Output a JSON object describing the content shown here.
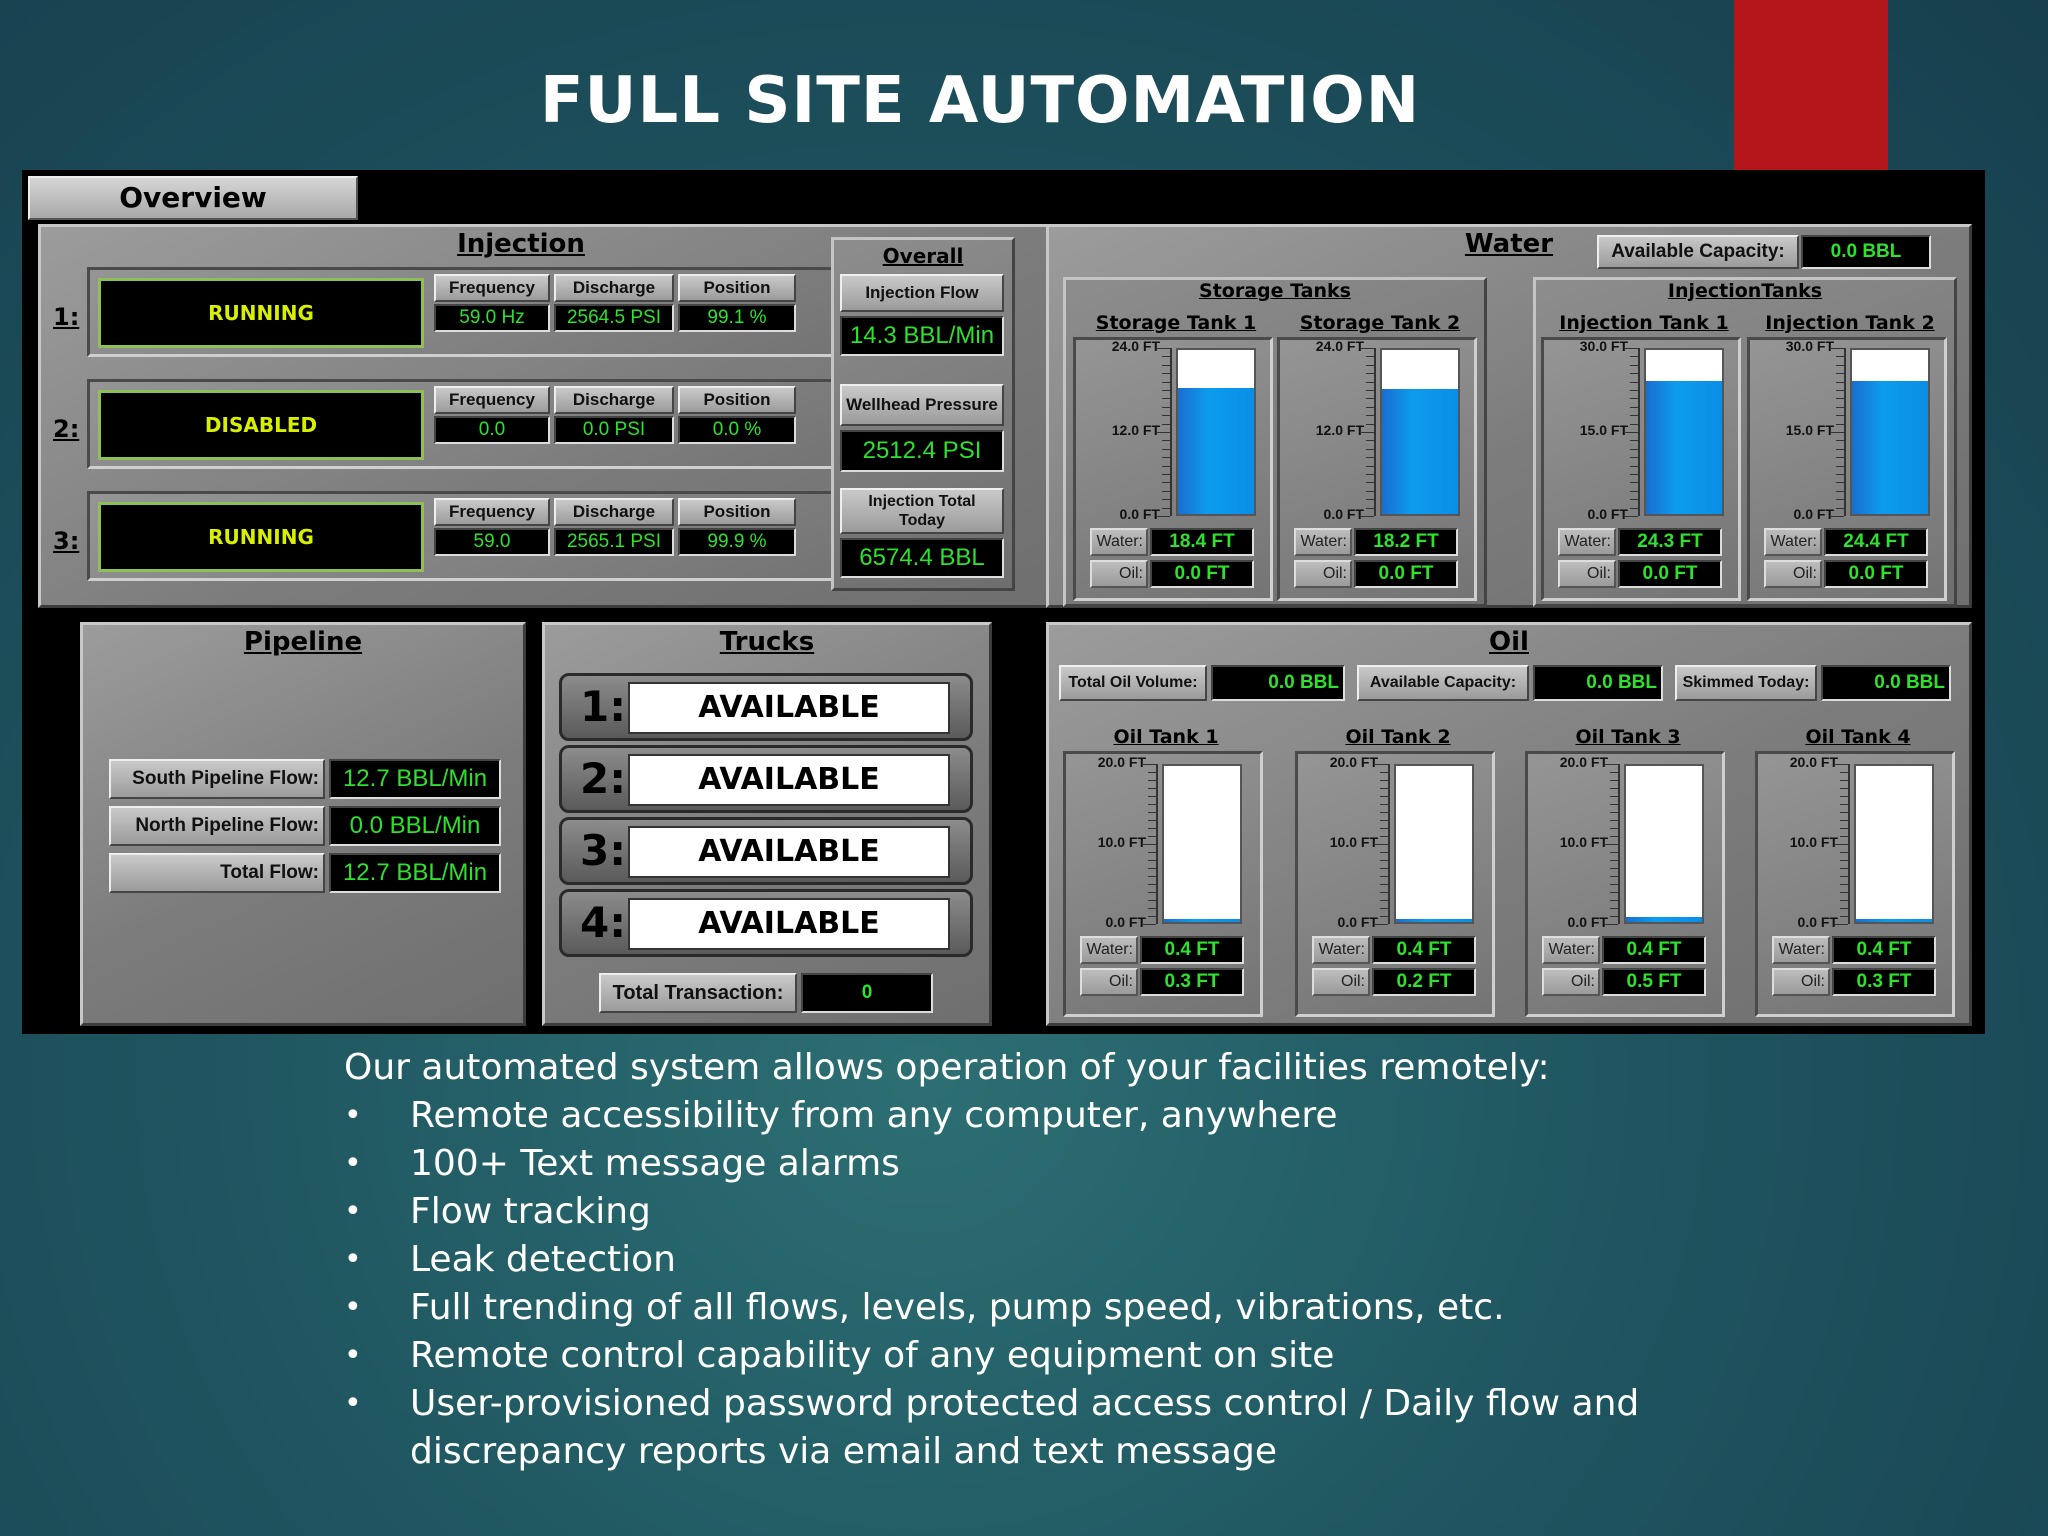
{
  "slide": {
    "title": "FULL SITE AUTOMATION",
    "intro": "Our automated system allows operation of your facilities remotely:",
    "bullets": [
      "Remote accessibility from any computer, anywhere",
      "100+ Text message alarms",
      "Flow tracking",
      "Leak detection",
      "Full trending of all flows, levels, pump speed, vibrations, etc.",
      "Remote control capability of any equipment on site",
      "User-provisioned password protected access control / Daily flow and discrepancy reports via email and text message"
    ],
    "bullet_glyph": "•"
  },
  "colors": {
    "accent_red": "#b3151a",
    "value_green": "#2de12d",
    "status_yellow": "#d8f000",
    "tank_blue": "#0c9cee"
  },
  "hmi": {
    "tab": "Overview",
    "injection": {
      "title": "Injection",
      "rows": [
        {
          "num": "1:",
          "status": "RUNNING",
          "frequency": "59.0 Hz",
          "discharge": "2564.5 PSI",
          "position": "99.1 %"
        },
        {
          "num": "2:",
          "status": "DISABLED",
          "frequency": "0.0",
          "discharge": "0.0 PSI",
          "position": "0.0 %"
        },
        {
          "num": "3:",
          "status": "RUNNING",
          "frequency": "59.0",
          "discharge": "2565.1 PSI",
          "position": "99.9 %"
        }
      ],
      "col_labels": {
        "frequency": "Frequency",
        "discharge": "Discharge",
        "position": "Position"
      }
    },
    "overall": {
      "title": "Overall",
      "injection_flow_label": "Injection Flow",
      "injection_flow": "14.3 BBL/Min",
      "wellhead_label": "Wellhead Pressure",
      "wellhead": "2512.4 PSI",
      "injection_total_label_1": "Injection Total",
      "injection_total_label_2": "Today",
      "injection_total": "6574.4 BBL"
    },
    "water": {
      "title": "Water",
      "available_capacity_label": "Available Capacity:",
      "available_capacity": "0.0 BBL",
      "storage_group": "Storage Tanks",
      "injection_group": "InjectionTanks",
      "tanks": [
        {
          "name": "Storage Tank 1",
          "max": "24.0 FT",
          "mid": "12.0 FT",
          "min": "0.0 FT",
          "level": 0.77,
          "water": "18.4 FT",
          "oil": "0.0 FT"
        },
        {
          "name": "Storage Tank 2",
          "max": "24.0 FT",
          "mid": "12.0 FT",
          "min": "0.0 FT",
          "level": 0.76,
          "water": "18.2 FT",
          "oil": "0.0 FT"
        },
        {
          "name": "Injection Tank 1",
          "max": "30.0 FT",
          "mid": "15.0 FT",
          "min": "0.0 FT",
          "level": 0.81,
          "water": "24.3 FT",
          "oil": "0.0 FT"
        },
        {
          "name": "Injection Tank 2",
          "max": "30.0 FT",
          "mid": "15.0 FT",
          "min": "0.0 FT",
          "level": 0.81,
          "water": "24.4 FT",
          "oil": "0.0 FT"
        }
      ]
    },
    "pipeline": {
      "title": "Pipeline",
      "rows": [
        {
          "label": "South Pipeline Flow:",
          "value": "12.7 BBL/Min"
        },
        {
          "label": "North Pipeline Flow:",
          "value": "0.0 BBL/Min"
        },
        {
          "label": "Total Flow:",
          "value": "12.7 BBL/Min"
        }
      ]
    },
    "trucks": {
      "title": "Trucks",
      "items": [
        {
          "num": "1:",
          "status": "AVAILABLE"
        },
        {
          "num": "2:",
          "status": "AVAILABLE"
        },
        {
          "num": "3:",
          "status": "AVAILABLE"
        },
        {
          "num": "4:",
          "status": "AVAILABLE"
        }
      ],
      "total_label": "Total Transaction:",
      "total": "0"
    },
    "oil": {
      "title": "Oil",
      "total_volume_label": "Total Oil Volume:",
      "total_volume": "0.0 BBL",
      "available_capacity_label": "Available Capacity:",
      "available_capacity": "0.0 BBL",
      "skimmed_label": "Skimmed Today:",
      "skimmed": "0.0 BBL",
      "tanks": [
        {
          "name": "Oil Tank 1",
          "max": "20.0 FT",
          "mid": "10.0 FT",
          "min": "0.0 FT",
          "level": 0.02,
          "water": "0.4 FT",
          "oil": "0.3 FT"
        },
        {
          "name": "Oil Tank 2",
          "max": "20.0 FT",
          "mid": "10.0 FT",
          "min": "0.0 FT",
          "level": 0.02,
          "water": "0.4 FT",
          "oil": "0.2 FT"
        },
        {
          "name": "Oil Tank 3",
          "max": "20.0 FT",
          "mid": "10.0 FT",
          "min": "0.0 FT",
          "level": 0.03,
          "water": "0.4 FT",
          "oil": "0.5 FT"
        },
        {
          "name": "Oil Tank 4",
          "max": "20.0 FT",
          "mid": "10.0 FT",
          "min": "0.0 FT",
          "level": 0.02,
          "water": "0.4 FT",
          "oil": "0.3 FT"
        }
      ]
    },
    "labels": {
      "water": "Water:",
      "oil": "Oil:"
    }
  }
}
